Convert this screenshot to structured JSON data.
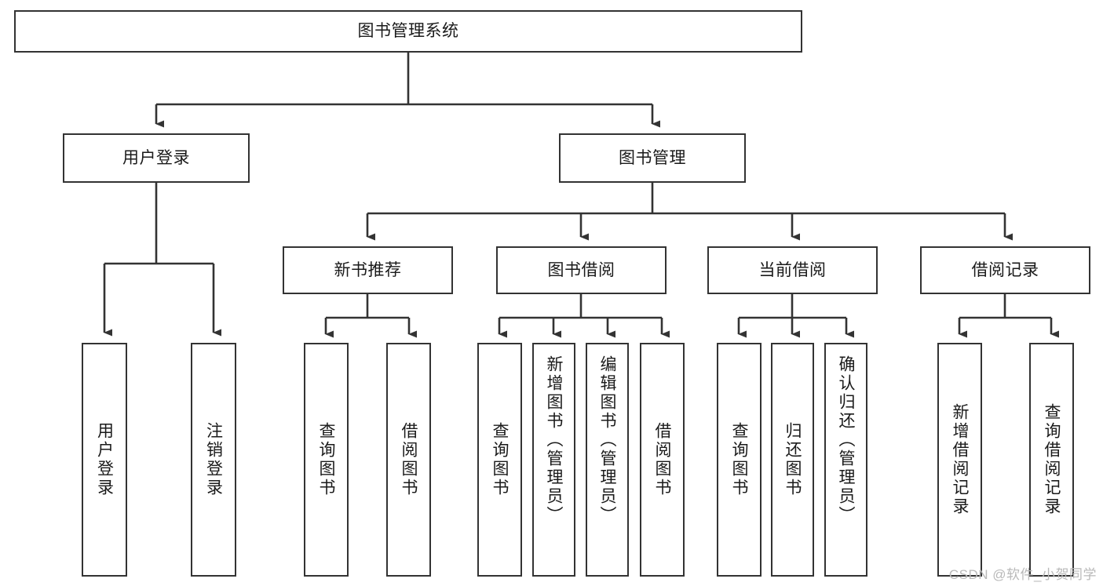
{
  "diagram": {
    "title": "图书管理系统",
    "type": "tree-hierarchy-chart",
    "root": {
      "label": "图书管理系统"
    },
    "level2": [
      {
        "label": "用户登录"
      },
      {
        "label": "图书管理"
      }
    ],
    "level3": [
      {
        "label": "新书推荐"
      },
      {
        "label": "图书借阅"
      },
      {
        "label": "当前借阅"
      },
      {
        "label": "借阅记录"
      }
    ],
    "leaves": {
      "user_login": [
        {
          "label": "用户登录"
        },
        {
          "label": "注销登录"
        }
      ],
      "new_book_recommend": [
        {
          "label": "查询图书"
        },
        {
          "label": "借阅图书"
        }
      ],
      "book_borrow": [
        {
          "label": "查询图书"
        },
        {
          "label": "新增图书（管理员）"
        },
        {
          "label": "编辑图书（管理员）"
        },
        {
          "label": "借阅图书"
        }
      ],
      "current_borrow": [
        {
          "label": "查询图书"
        },
        {
          "label": "归还图书"
        },
        {
          "label": "确认归还（管理员）"
        }
      ],
      "borrow_records": [
        {
          "label": "新增借阅记录"
        },
        {
          "label": "查询借阅记录"
        }
      ]
    }
  },
  "watermark": {
    "text": "CSDN @软件_小贺同学"
  },
  "colors": {
    "border": "#333333",
    "background": "#ffffff",
    "text": "#1a1a1a",
    "watermark": "#b9b9b9"
  }
}
